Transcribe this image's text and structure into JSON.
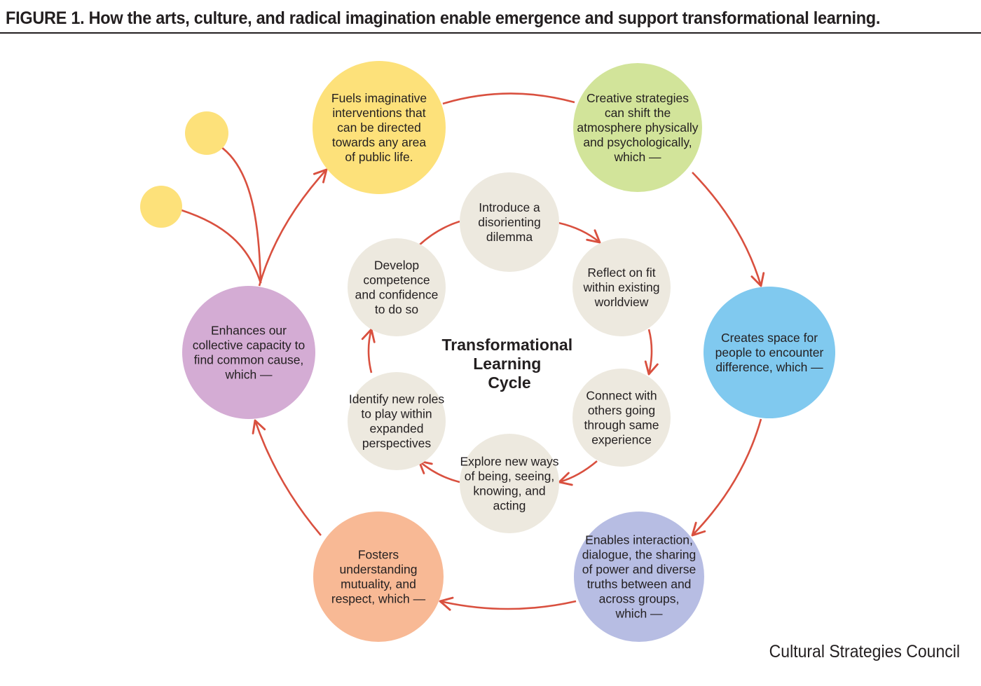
{
  "title": "FIGURE 1. How the arts, culture, and radical imagination enable emergence and support transformational learning.",
  "credit": "Cultural Strategies Council",
  "center_label": [
    "Transformational",
    "Learning",
    "Cycle"
  ],
  "colors": {
    "arrow": "#d9503f",
    "inner_circle": "#ede9df",
    "accent_dots": "#fde17a"
  },
  "outer_cycle": [
    {
      "id": "fuels",
      "color": "#fde17a",
      "lines": [
        "Fuels imaginative",
        "interventions that",
        "can be directed",
        "towards any area",
        "of public life."
      ]
    },
    {
      "id": "creative",
      "color": "#d2e49a",
      "lines": [
        "Creative strategies",
        "can shift the",
        "atmosphere physically",
        "and psychologically,",
        "which —"
      ]
    },
    {
      "id": "creates-space",
      "color": "#80c9ef",
      "lines": [
        "Creates space for",
        "people to encounter",
        "difference, which —"
      ]
    },
    {
      "id": "enables",
      "color": "#b7bde3",
      "lines": [
        "Enables interaction,",
        "dialogue, the sharing",
        "of power and diverse",
        "truths between and",
        "across groups,",
        "which —"
      ]
    },
    {
      "id": "fosters",
      "color": "#f8b995",
      "lines": [
        "Fosters",
        "understanding",
        "mutuality, and",
        "respect, which —"
      ]
    },
    {
      "id": "enhances",
      "color": "#d4acd4",
      "lines": [
        "Enhances our",
        "collective capacity to",
        "find common cause,",
        "which —"
      ]
    }
  ],
  "inner_cycle": [
    {
      "id": "introduce",
      "lines": [
        "Introduce a",
        "disorienting",
        "dilemma"
      ]
    },
    {
      "id": "reflect",
      "lines": [
        "Reflect on fit",
        "within existing",
        "worldview"
      ]
    },
    {
      "id": "connect",
      "lines": [
        "Connect with",
        "others going",
        "through same",
        "experience"
      ]
    },
    {
      "id": "explore",
      "lines": [
        "Explore new ways",
        "of being, seeing,",
        "knowing, and",
        "acting"
      ]
    },
    {
      "id": "identify",
      "lines": [
        "Identify new roles",
        "to play within",
        "expanded",
        "perspectives"
      ]
    },
    {
      "id": "develop",
      "lines": [
        "Develop",
        "competence",
        "and confidence",
        "to do so"
      ]
    }
  ]
}
